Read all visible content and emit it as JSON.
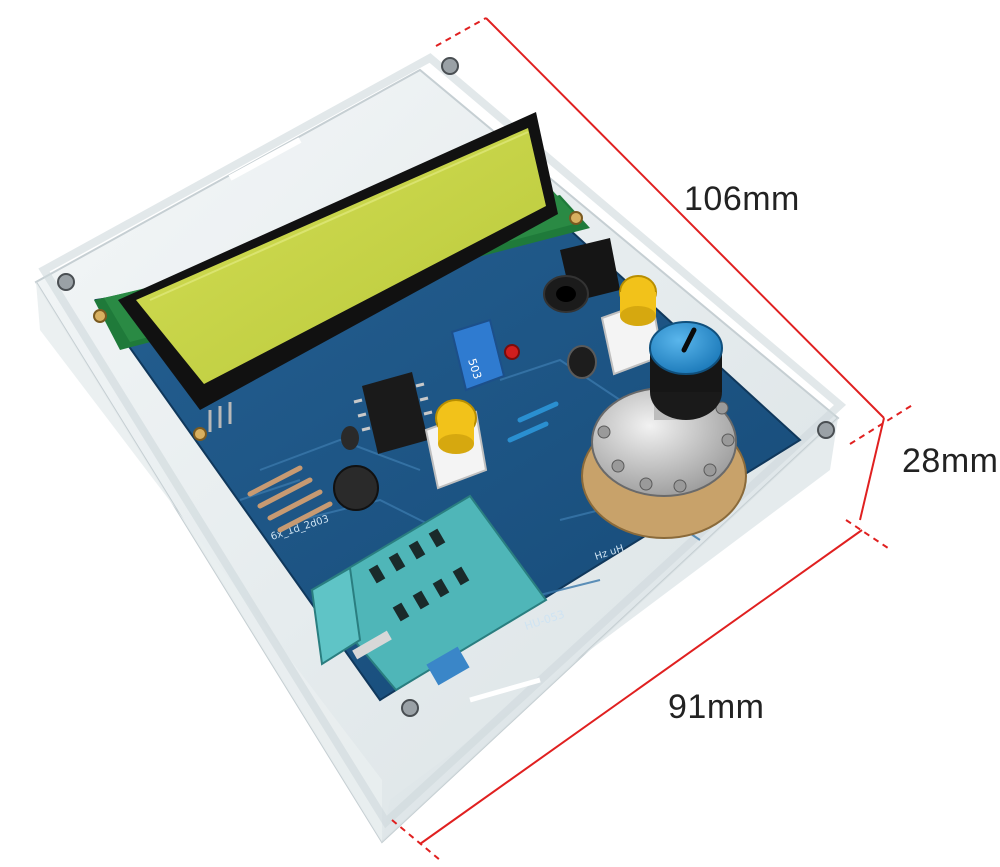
{
  "dimensions": {
    "length": "106mm",
    "height": "28mm",
    "width": "91mm"
  },
  "board_markings": {
    "model": "HU-053",
    "pot_value": "503",
    "units": "Hz uH",
    "misc": "6x_1d_2d03"
  },
  "colors": {
    "dimension_line": "#e02020",
    "pcb": "#1d5a8c",
    "lcd": "#c9d84a",
    "zif_socket": "#4fb6b8",
    "knob_cap": "#2a8fd0",
    "button_cap": "#f2c21a"
  }
}
